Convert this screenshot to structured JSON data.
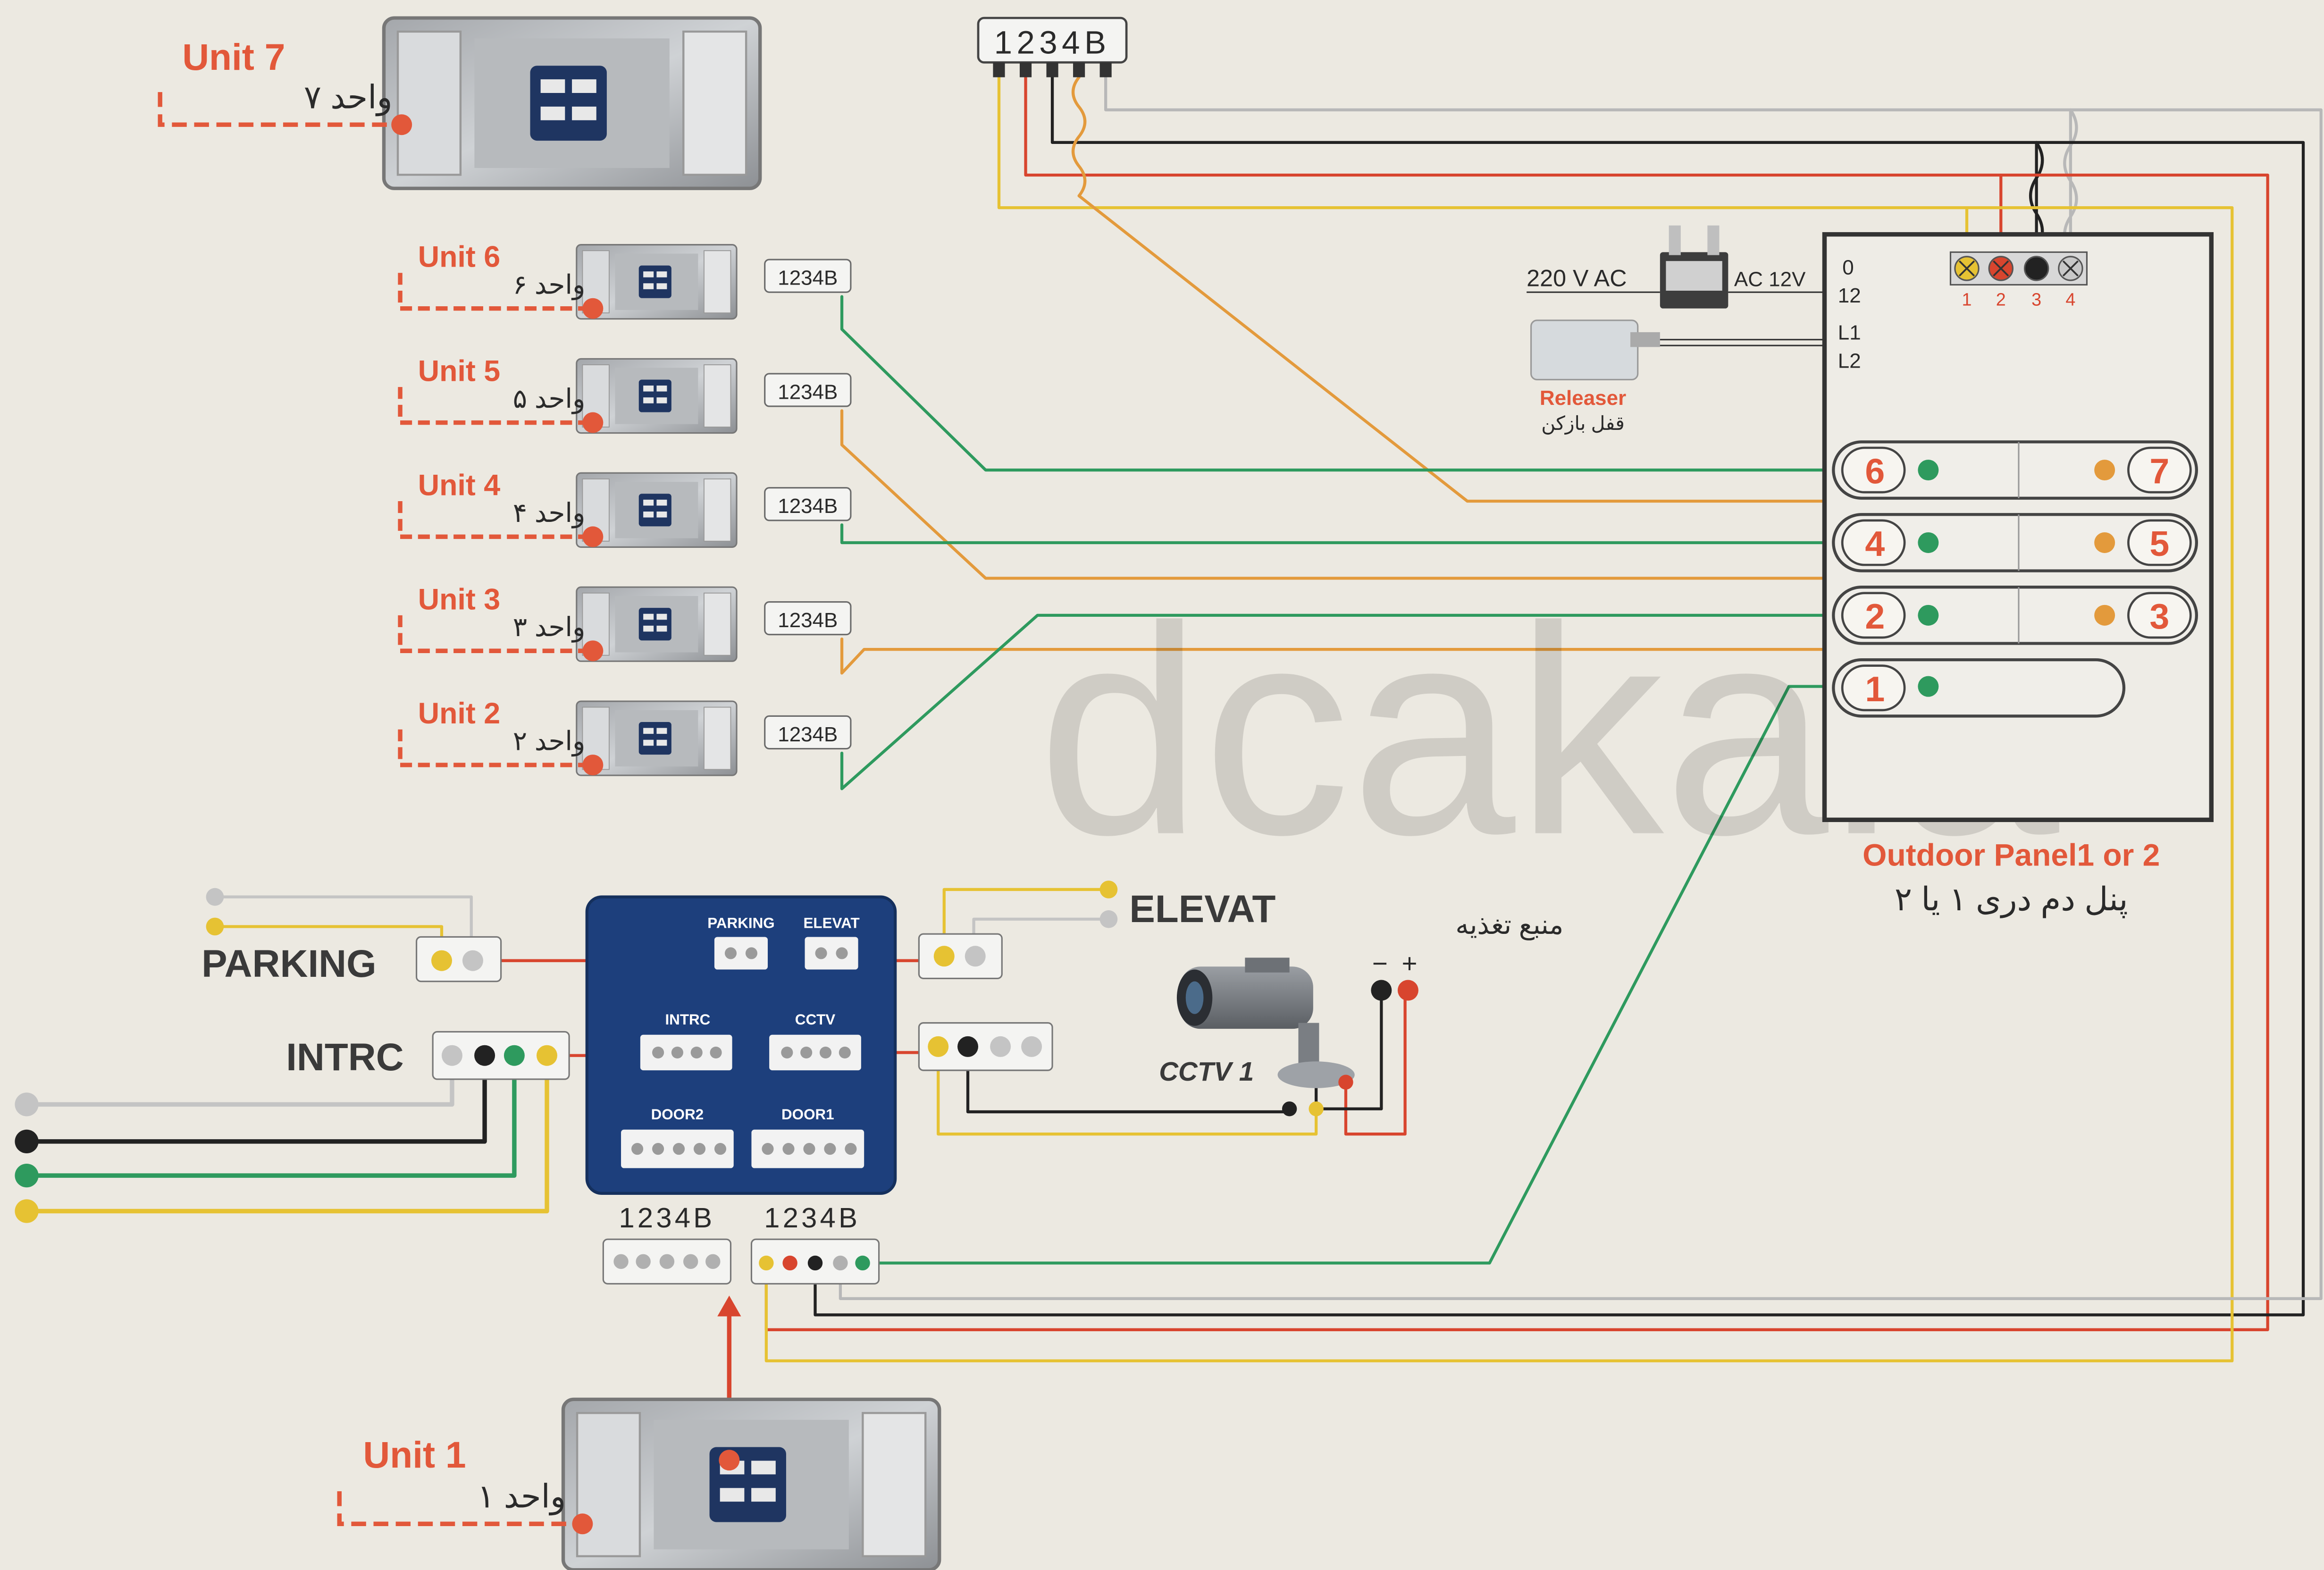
{
  "top_connector": "1234B",
  "units": [
    {
      "en": "Unit 7",
      "fa": "واحد ۷"
    },
    {
      "en": "Unit 6",
      "fa": "واحد ۶"
    },
    {
      "en": "Unit 5",
      "fa": "واحد ۵"
    },
    {
      "en": "Unit 4",
      "fa": "واحد ۴"
    },
    {
      "en": "Unit 3",
      "fa": "واحد ۳"
    },
    {
      "en": "Unit 2",
      "fa": "واحد ۲"
    },
    {
      "en": "Unit 1",
      "fa": "واحد ۱"
    }
  ],
  "unit_connector": "1234B",
  "power": {
    "ac_in": "220 V  AC",
    "ac_out": "AC 12V",
    "terminals": [
      "0",
      "12",
      "L1",
      "L2"
    ]
  },
  "releaser": {
    "en": "Releaser",
    "fa": "قفل بازکن"
  },
  "panel_terminals": [
    "1",
    "2",
    "3",
    "4"
  ],
  "panel_buttons": [
    "6",
    "7",
    "4",
    "5",
    "2",
    "3",
    "1"
  ],
  "outdoor_panel": {
    "en": "Outdoor Panel1 or 2",
    "fa": "پنل دم دری ۱ یا ۲"
  },
  "watermark": "dcakala",
  "board": {
    "parking": "PARKING",
    "elevat": "ELEVAT",
    "intrc": "INTRC",
    "cctv": "CCTV",
    "door2": "DOOR2",
    "door1": "DOOR1",
    "bottom_left": "1234B",
    "bottom_right": "1234B"
  },
  "side_labels": {
    "parking": "PARKING",
    "intrc": "INTRC",
    "elevat": "ELEVAT"
  },
  "power_supply": {
    "fa": "منبع تغذیه",
    "minus": "−",
    "plus": "+"
  },
  "camera": "CCTV 1",
  "colors": {
    "green": "#2e9a5e",
    "orange": "#e39a3c",
    "yellow": "#e6c233",
    "red": "#d8452e",
    "black": "#222222",
    "gray": "#b8b8b8",
    "board_blue": "#1d3f7c",
    "label_red": "#e2583a"
  }
}
